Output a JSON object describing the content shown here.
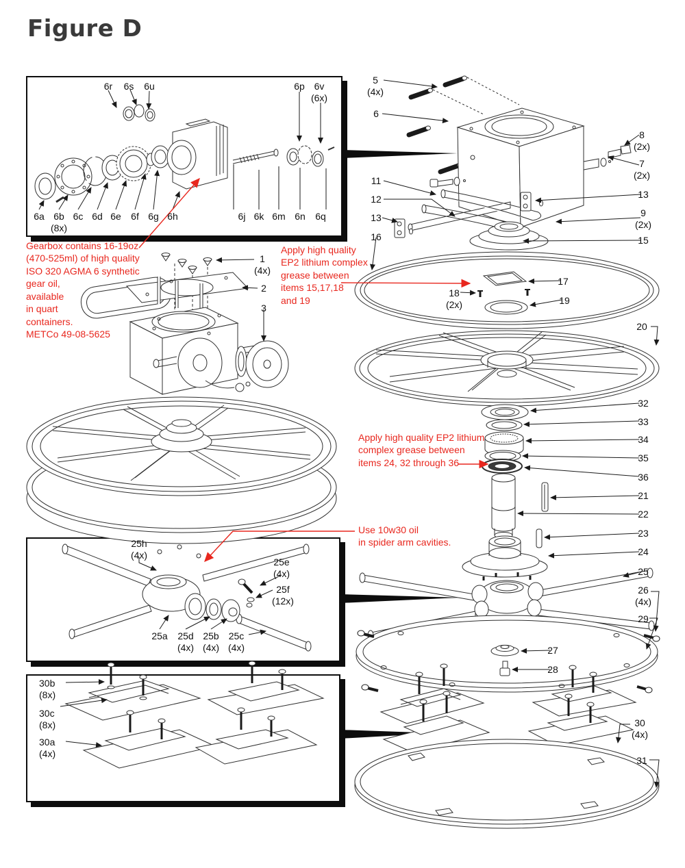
{
  "title": "Figure D",
  "colors": {
    "accent_red": "#e8271e",
    "line_ink": "#2f2f2f",
    "title_ink": "#3a3a3a"
  },
  "notes": {
    "gearbox_oil": "Gearbox contains 16-19oz\n(470-525ml) of high quality\nISO 320 AGMA 6 synthetic\ngear oil,\navailable\nin quart\ncontainers.\nMETCo 49-08-5625",
    "grease_upper": "Apply high quality\nEP2 lithium complex\ngrease between\nitems 15,17,18\nand 19",
    "grease_lower": "Apply high quality EP2 lithium\ncomplex grease between\nitems 24, 32 through 36",
    "spider_oil": "Use 10w30 oil\nin spider arm cavities."
  },
  "callouts": {
    "gearbox_detail": [
      {
        "text": "6r"
      },
      {
        "text": "6s"
      },
      {
        "text": "6u"
      },
      {
        "text": "6p"
      },
      {
        "text": "6v\n(6x)"
      },
      {
        "text": "6a"
      },
      {
        "text": "6b\n(8x)"
      },
      {
        "text": "6c"
      },
      {
        "text": "6d"
      },
      {
        "text": "6e"
      },
      {
        "text": "6f"
      },
      {
        "text": "6g"
      },
      {
        "text": "6h"
      },
      {
        "text": "6j"
      },
      {
        "text": "6k"
      },
      {
        "text": "6m"
      },
      {
        "text": "6n"
      },
      {
        "text": "6q"
      }
    ],
    "lift_assembly": [
      {
        "text": "1\n(4x)"
      },
      {
        "text": "2"
      },
      {
        "text": "3"
      }
    ],
    "main_left": [
      {
        "text": "5\n(4x)"
      },
      {
        "text": "6"
      },
      {
        "text": "11"
      },
      {
        "text": "12"
      },
      {
        "text": "13"
      },
      {
        "text": "16"
      }
    ],
    "main_center": [
      {
        "text": "18\n(2x)"
      }
    ],
    "main_right": [
      {
        "text": "8\n(2x)"
      },
      {
        "text": "7\n(2x)"
      },
      {
        "text": "13"
      },
      {
        "text": "9\n(2x)"
      },
      {
        "text": "15"
      },
      {
        "text": "17"
      },
      {
        "text": "19"
      },
      {
        "text": "20"
      },
      {
        "text": "32"
      },
      {
        "text": "33"
      },
      {
        "text": "34"
      },
      {
        "text": "35"
      },
      {
        "text": "36"
      },
      {
        "text": "21"
      },
      {
        "text": "22"
      },
      {
        "text": "23"
      },
      {
        "text": "24"
      },
      {
        "text": "25"
      },
      {
        "text": "26\n(4x)"
      },
      {
        "text": "29"
      },
      {
        "text": "27"
      },
      {
        "text": "28"
      },
      {
        "text": "30\n(4x)"
      },
      {
        "text": "31"
      }
    ],
    "spider_detail": [
      {
        "text": "25h\n(4x)"
      },
      {
        "text": "25e\n(4x)"
      },
      {
        "text": "25f\n(12x)"
      },
      {
        "text": "25a"
      },
      {
        "text": "25d\n(4x)"
      },
      {
        "text": "25b\n(4x)"
      },
      {
        "text": "25c\n(4x)"
      }
    ],
    "float_detail": [
      {
        "text": "30b\n(8x)"
      },
      {
        "text": "30c\n(8x)"
      },
      {
        "text": "30a\n(4x)"
      }
    ]
  }
}
